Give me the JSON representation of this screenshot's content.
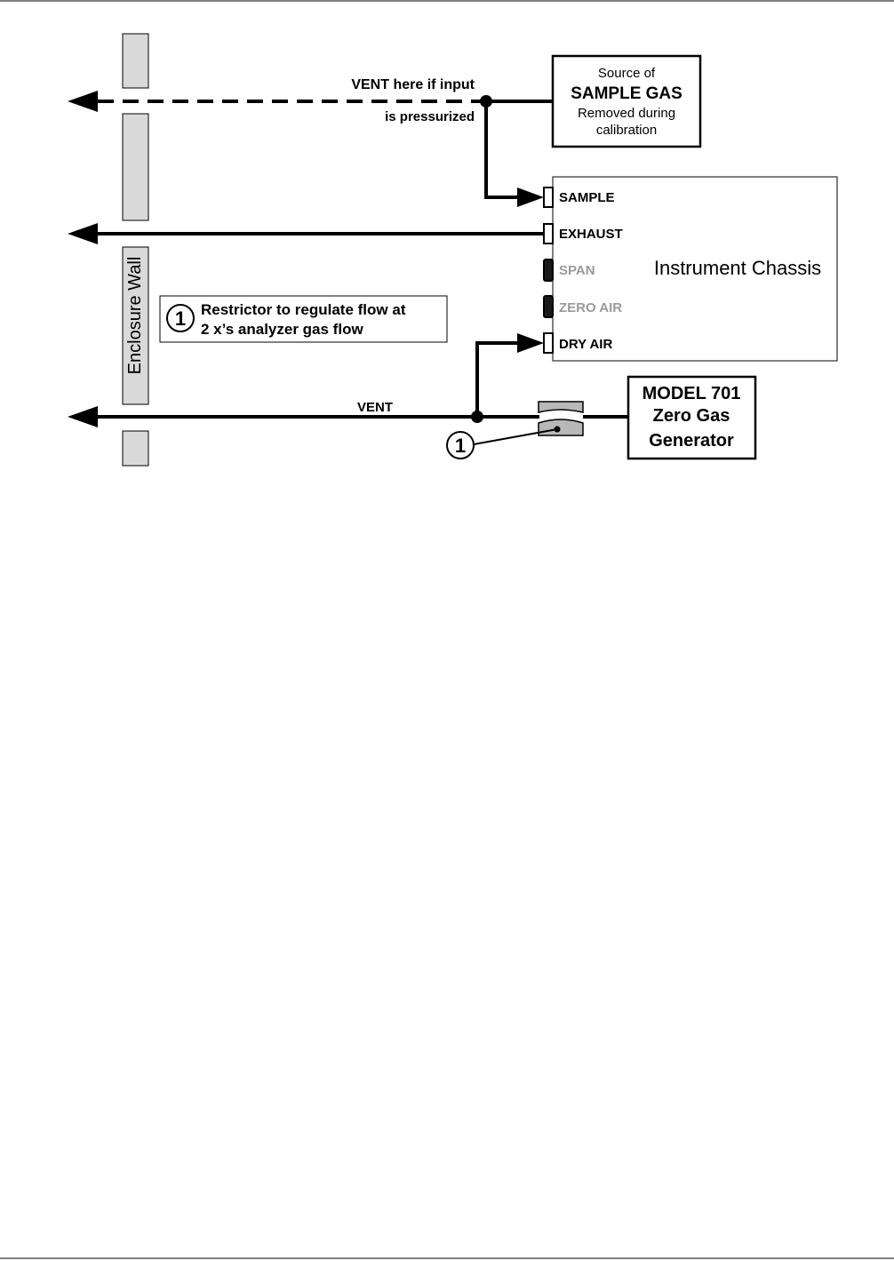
{
  "source_box": {
    "line1": "Source of",
    "line2": "SAMPLE GAS",
    "line3": "Removed during",
    "line4": "calibration"
  },
  "vent_pressurized": {
    "line1": "VENT here if input",
    "line2": "is pressurized"
  },
  "chassis": {
    "title": "Instrument Chassis",
    "ports": [
      {
        "label": "SAMPLE",
        "active": true
      },
      {
        "label": "EXHAUST",
        "active": true
      },
      {
        "label": "SPAN",
        "active": false
      },
      {
        "label": "ZERO AIR",
        "active": false
      },
      {
        "label": "DRY AIR",
        "active": true
      }
    ]
  },
  "enclosure_wall": "Enclosure Wall",
  "legend": {
    "number": "1",
    "line1": "Restrictor to regulate flow at",
    "line2": "2 x’s analyzer gas flow"
  },
  "vent_label": "VENT",
  "generator": {
    "line1": "MODEL 701",
    "line2": "Zero Gas",
    "line3": "Generator"
  },
  "restrictor_callout": "1",
  "colors": {
    "wall_fill": "#d9d9d9",
    "disabled_port": "#1a1a1a",
    "disabled_text": "#9a9a9a"
  }
}
